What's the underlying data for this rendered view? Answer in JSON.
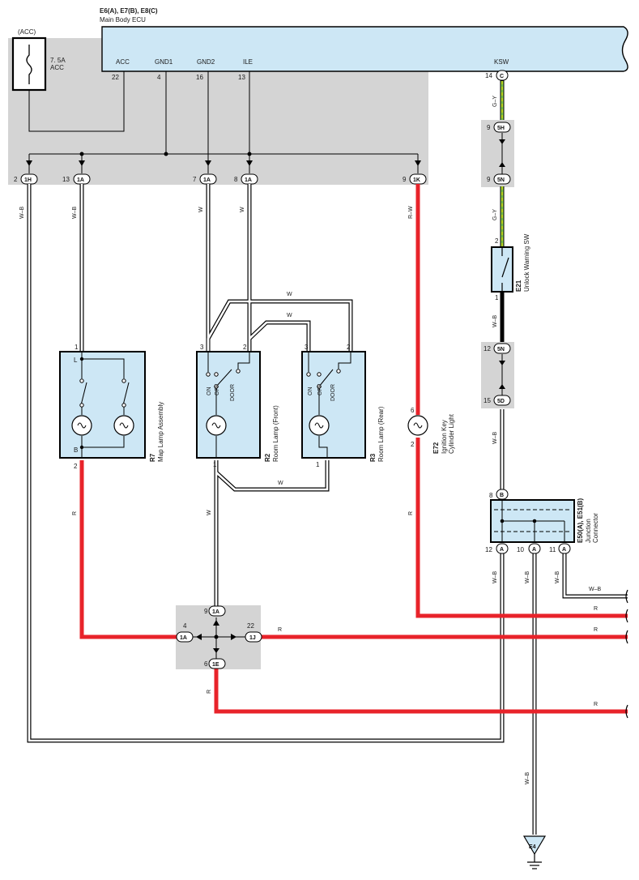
{
  "header": {
    "ecu_codes": "E6(A), E7(B), E8(C)",
    "ecu_name": "Main Body ECU"
  },
  "fuse": {
    "group": "(ACC)",
    "rating": "7. 5A",
    "name": "ACC"
  },
  "ecu_terminals": {
    "acc": "ACC",
    "acc_pin": "22",
    "gnd1": "GND1",
    "gnd1_pin": "4",
    "gnd2": "GND2",
    "gnd2_pin": "16",
    "ile": "ILE",
    "ile_pin": "13",
    "ksw": "KSW",
    "ksw_pin": "14",
    "ksw_conn": "C"
  },
  "junction_pins": [
    {
      "pin": "2",
      "conn": "1H"
    },
    {
      "pin": "13",
      "conn": "1A"
    },
    {
      "pin": "7",
      "conn": "1A"
    },
    {
      "pin": "8",
      "conn": "1A"
    },
    {
      "pin": "9",
      "conn": "1K"
    }
  ],
  "connectors_right": {
    "c5h_pin": "9",
    "c5h": "5H",
    "c5n_top_pin": "9",
    "c5n_top": "5N",
    "c5n_bot_pin": "12",
    "c5n_bot": "5N",
    "c5d_pin": "15",
    "c5d": "5D"
  },
  "wires": {
    "wb": "W–B",
    "w": "W",
    "rw": "R–W",
    "r": "R",
    "gy": "G–Y"
  },
  "components": {
    "r7_code": "R7",
    "r7_name": "Map Lamp Assembly",
    "r7_pin_top": "1",
    "r7_pin_bot": "2",
    "r7_l": "L",
    "r7_b": "B",
    "r2_code": "R2",
    "r2_name": "Room Lamp (Front)",
    "r3_code": "R3",
    "r3_name": "Room Lamp (Rear)",
    "pin1": "1",
    "pin2": "2",
    "pin3": "3",
    "sw_on": "ON",
    "sw_off": "OFF",
    "sw_door": "DOOR",
    "e72_code": "E72",
    "e72_name1": "Ignition Key",
    "e72_name2": "Cylinder Light",
    "e72_pin_top": "6",
    "e72_pin_bot": "2",
    "e21_code": "E21",
    "e21_name": "Unlock Warning SW",
    "e21_pin_top": "2",
    "e21_pin_bot": "1",
    "jc_code": "E50(A), E51(B)",
    "jc_name1": "Junction",
    "jc_name2": "Connector",
    "jc_in_pin": "8",
    "jc_in": "B",
    "jc_out1_pin": "12",
    "jc_out2_pin": "10",
    "jc_out3_pin": "11",
    "jc_out": "A"
  },
  "junction_bottom": {
    "top_pin": "9",
    "top": "1A",
    "left_pin": "4",
    "left": "1A",
    "right_pin": "22",
    "right": "1J",
    "bot_pin": "6",
    "bot": "1E"
  },
  "ground": {
    "code": "E4"
  },
  "colors": {
    "panel_gray": "#d4d4d4",
    "component_blue": "#cde7f5",
    "wire_red": "#e8232a",
    "wire_green": "#7cc242",
    "wire_yellow": "#f2e000"
  }
}
